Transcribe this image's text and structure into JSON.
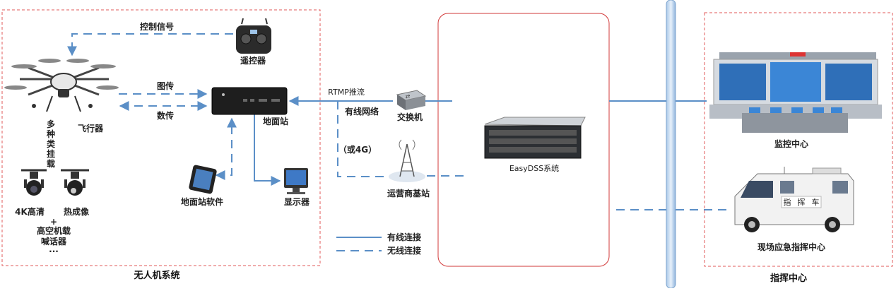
{
  "uav_system": {
    "title": "无人机系统",
    "control_signal": "控制信号",
    "remote_controller": "遥控器",
    "image_transmission": "图传",
    "data_transmission": "数传",
    "aircraft": "飞行器",
    "payloads": [
      "多",
      "种",
      "类",
      "挂",
      "载"
    ],
    "ground_station": "地面站",
    "ground_station_software": "地面站软件",
    "monitor": "显示器",
    "camera_4k": "4K高清",
    "thermal": "热成像",
    "plus": "+",
    "loudspeaker_line1": "高空机载",
    "loudspeaker_line2": "喊话器",
    "ellipsis": "···"
  },
  "network": {
    "rtmp": "RTMP推流",
    "wired_network": "有线网络",
    "or_4g": "（或4G）",
    "switch": "交换机",
    "carrier_station": "运营商基站"
  },
  "server": {
    "label": "EasyDSS系统"
  },
  "command_center": {
    "title": "指挥中心",
    "monitoring_center": "监控中心",
    "field_command": "现场应急指挥中心",
    "vehicle_text": [
      "指",
      "挥",
      "车"
    ]
  },
  "legend": {
    "wired": "有线连接",
    "wireless": "无线连接"
  },
  "colors": {
    "line": "#5b8fc7",
    "dash_border": "#e05a5a",
    "server_border": "#d23a3a",
    "bus": "#8fb4dc"
  }
}
